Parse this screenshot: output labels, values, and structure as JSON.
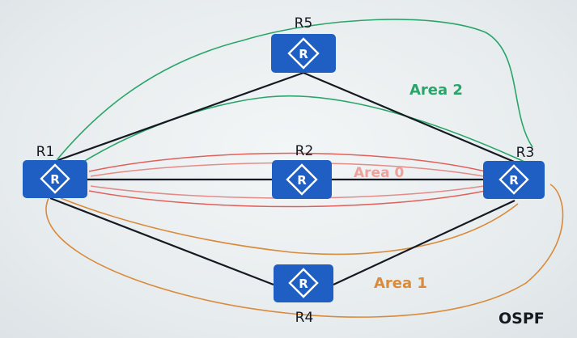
{
  "diagram": {
    "protocol_label": "OSPF",
    "routers": [
      {
        "id": "R1",
        "label": "R1"
      },
      {
        "id": "R2",
        "label": "R2"
      },
      {
        "id": "R3",
        "label": "R3"
      },
      {
        "id": "R4",
        "label": "R4"
      },
      {
        "id": "R5",
        "label": "R5"
      }
    ],
    "areas": [
      {
        "id": "area0",
        "label": "Area 0",
        "color": "#e0605a"
      },
      {
        "id": "area1",
        "label": "Area 1",
        "color": "#d98a3a"
      },
      {
        "id": "area2",
        "label": "Area 2",
        "color": "#2aa56a"
      }
    ],
    "links": [
      {
        "from": "R1",
        "to": "R2"
      },
      {
        "from": "R2",
        "to": "R3"
      },
      {
        "from": "R1",
        "to": "R5"
      },
      {
        "from": "R5",
        "to": "R3"
      },
      {
        "from": "R1",
        "to": "R4"
      },
      {
        "from": "R4",
        "to": "R3"
      }
    ],
    "router_icon_color": "#1f5fc4",
    "router_symbol": "R"
  }
}
